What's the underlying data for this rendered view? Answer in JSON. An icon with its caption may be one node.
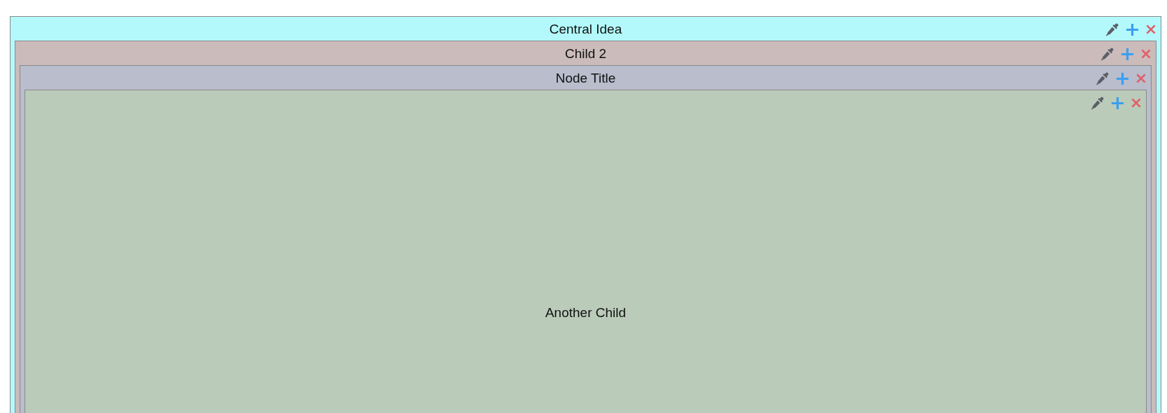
{
  "diagram": {
    "nodes": [
      {
        "text": [
          "Central Idea"
        ]
      },
      {
        "text": [
          "Child 2"
        ],
        "in": 0
      },
      {
        "text": [
          "Node Title"
        ],
        "in": 1
      },
      {
        "text": [
          "Another Child"
        ],
        "in": 2
      }
    ]
  }
}
